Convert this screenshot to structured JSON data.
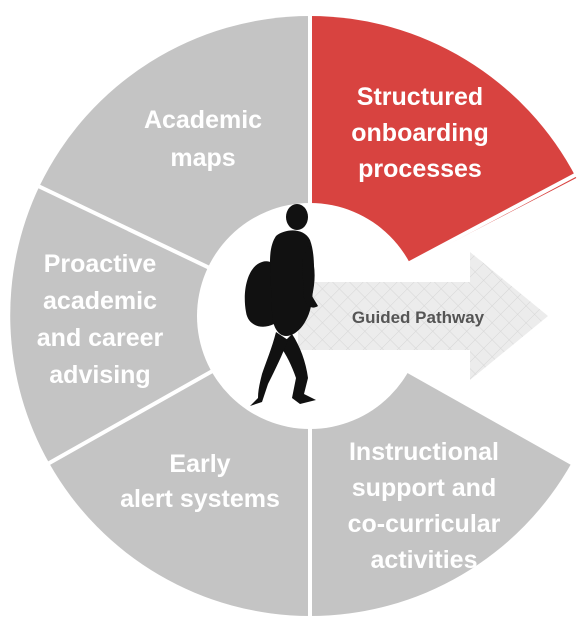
{
  "colors": {
    "segment_gray": "#c4c4c4",
    "segment_highlight": "#d84340",
    "arrow_fill": "#ececec",
    "arrow_text": "#555555",
    "figure": "#111111"
  },
  "segments": [
    {
      "id": "academic-maps",
      "lines": [
        "Academic",
        "maps"
      ],
      "highlight": false
    },
    {
      "id": "structured-onboarding",
      "lines": [
        "Structured",
        "onboarding",
        "processes"
      ],
      "highlight": true
    },
    {
      "id": "proactive-advising",
      "lines": [
        "Proactive",
        "academic",
        "and career",
        "advising"
      ],
      "highlight": false
    },
    {
      "id": "early-alert",
      "lines": [
        "Early",
        "alert systems"
      ],
      "highlight": false
    },
    {
      "id": "instructional-support",
      "lines": [
        "Instructional",
        "support and",
        "co-curricular",
        "activities"
      ],
      "highlight": false
    }
  ],
  "center": {
    "arrow_label": "Guided Pathway",
    "figure_icon": "walking-student-icon"
  }
}
